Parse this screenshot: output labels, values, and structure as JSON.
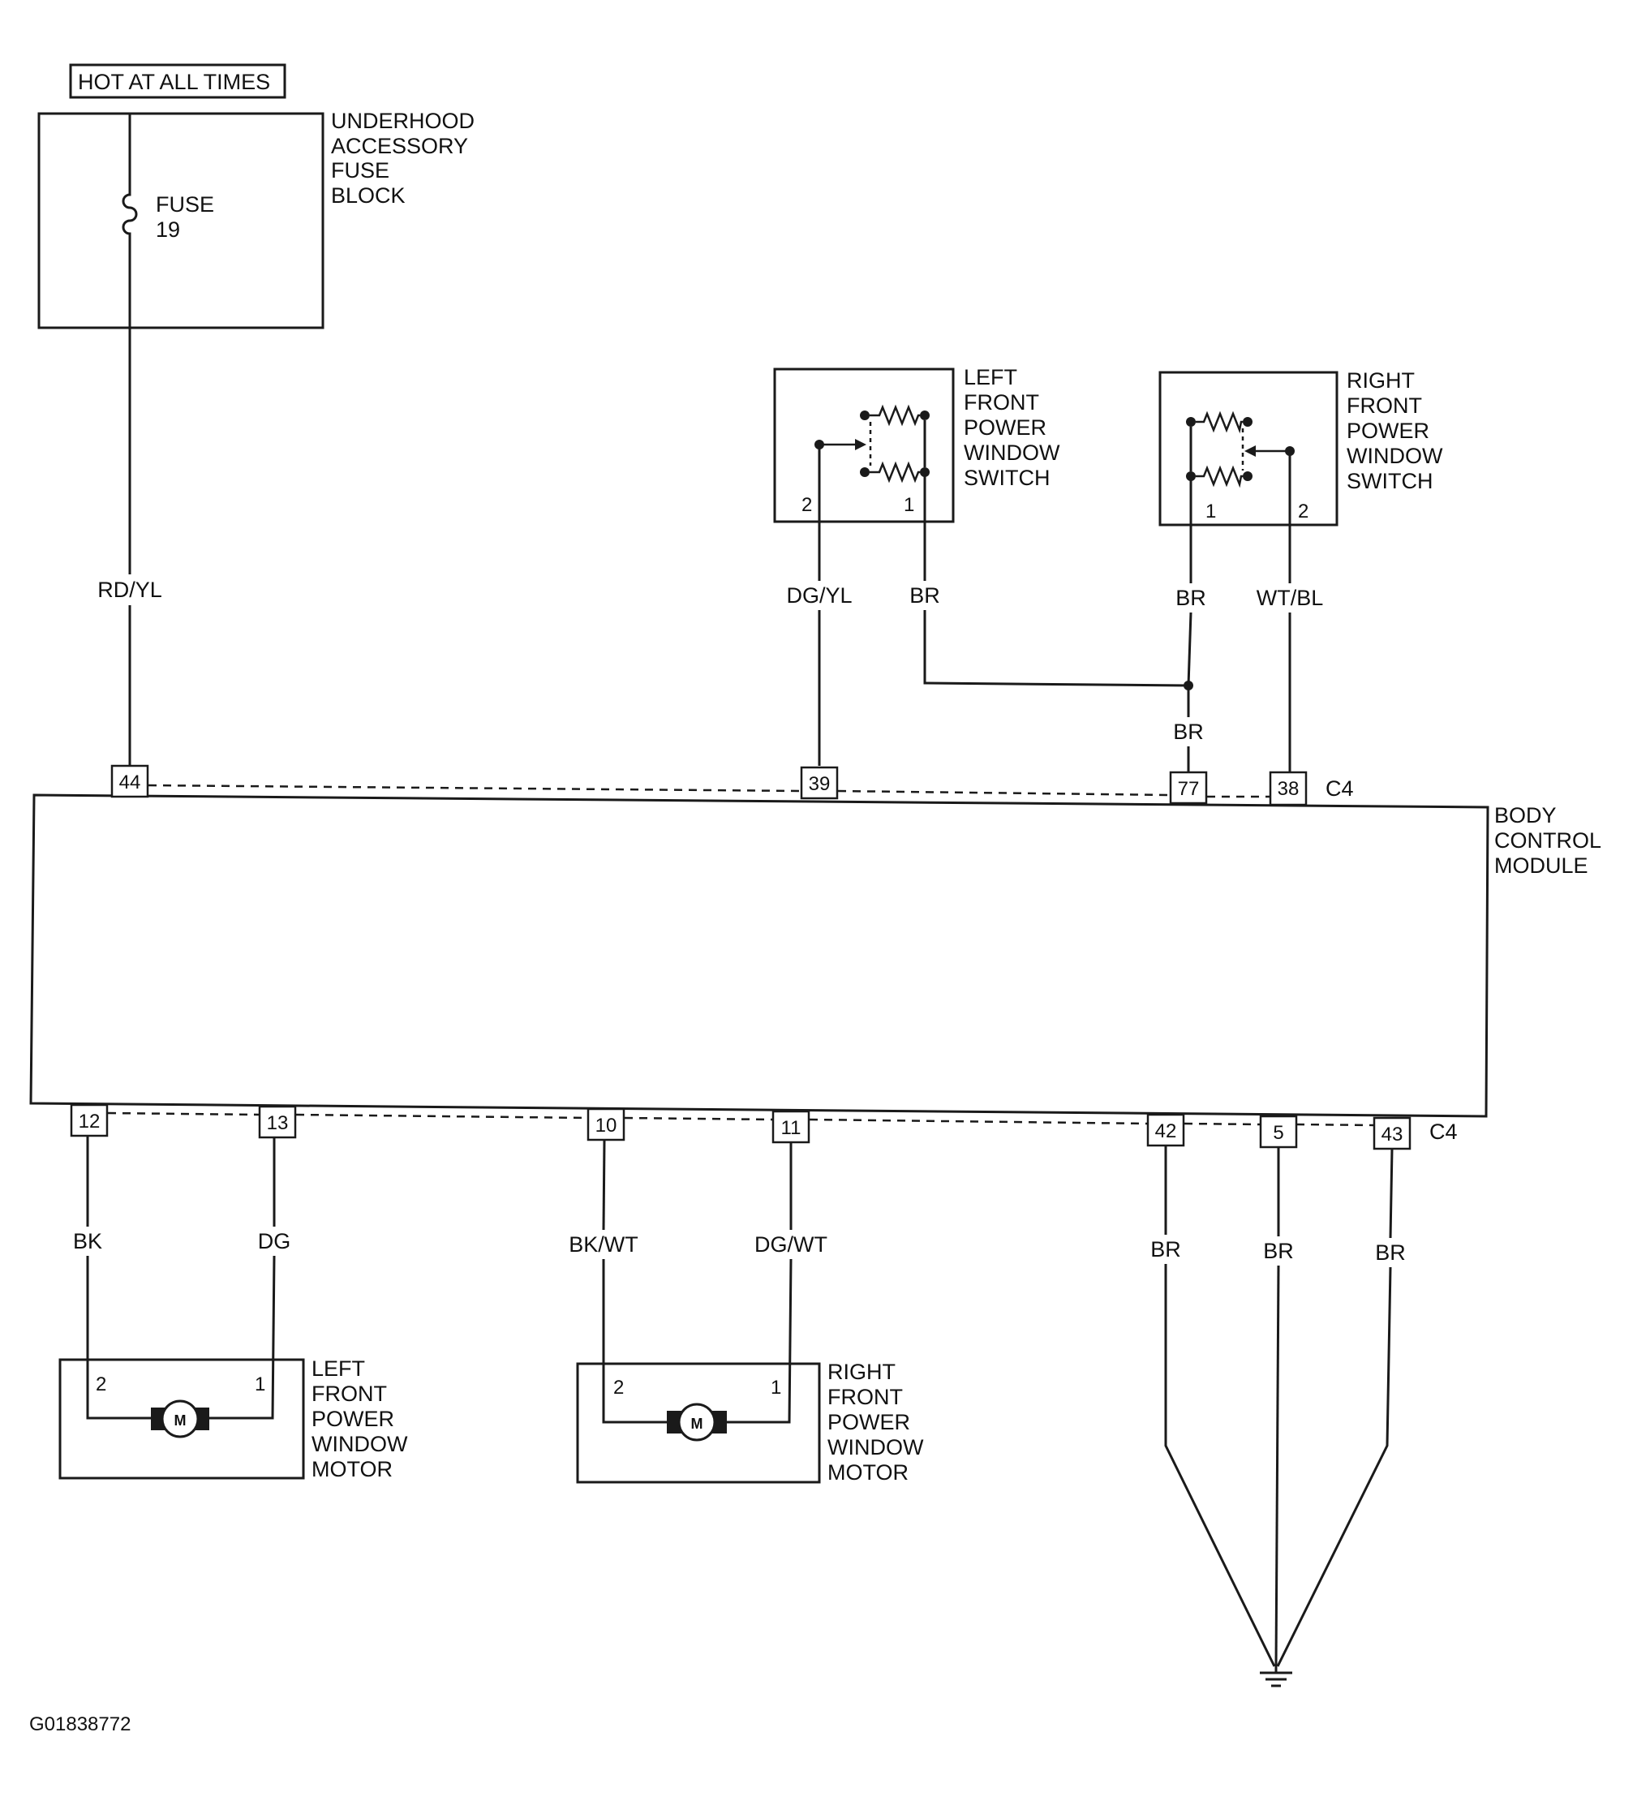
{
  "header_label": "HOT AT ALL TIMES",
  "fuse_block": {
    "name_lines": [
      "UNDERHOOD",
      "ACCESSORY",
      "FUSE",
      "BLOCK"
    ],
    "fuse_label": "FUSE",
    "fuse_number": "19"
  },
  "left_switch": {
    "name_lines": [
      "LEFT",
      "FRONT",
      "POWER",
      "WINDOW",
      "SWITCH"
    ],
    "pin_a": "2",
    "pin_b": "1"
  },
  "right_switch": {
    "name_lines": [
      "RIGHT",
      "FRONT",
      "POWER",
      "WINDOW",
      "SWITCH"
    ],
    "pin_a": "1",
    "pin_b": "2"
  },
  "bcm": {
    "name_lines": [
      "BODY",
      "CONTROL",
      "MODULE"
    ],
    "top_connector": "C4",
    "bottom_connector": "C4",
    "top_pins": [
      "44",
      "39",
      "77",
      "38"
    ],
    "bottom_pins": [
      "12",
      "13",
      "10",
      "11",
      "42",
      "5",
      "43"
    ]
  },
  "wires": {
    "fuse_to_44": "RD/YL",
    "lsw_to_39": "DG/YL",
    "lsw_br": "BR",
    "rsw_br": "BR",
    "rsw_to_38": "WT/BL",
    "splice_to_77": "BR",
    "p12": "BK",
    "p13": "DG",
    "p10": "BK/WT",
    "p11": "DG/WT",
    "p42": "BR",
    "p5": "BR",
    "p43": "BR"
  },
  "left_motor": {
    "name_lines": [
      "LEFT",
      "FRONT",
      "POWER",
      "WINDOW",
      "MOTOR"
    ],
    "pin_a": "2",
    "pin_b": "1",
    "symbol": "M"
  },
  "right_motor": {
    "name_lines": [
      "RIGHT",
      "FRONT",
      "POWER",
      "WINDOW",
      "MOTOR"
    ],
    "pin_a": "2",
    "pin_b": "1",
    "symbol": "M"
  },
  "figure_id": "G01838772"
}
